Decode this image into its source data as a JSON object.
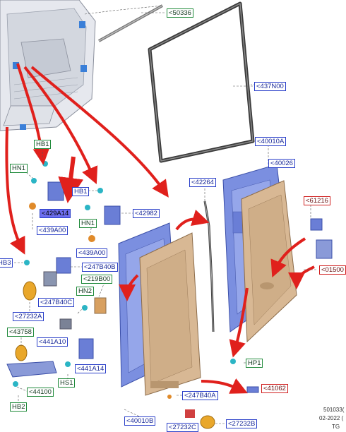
{
  "colors": {
    "arrow_red": "#e0201c",
    "panel_blue": "#7b8fe0",
    "panel_tan": "#d8b894",
    "label_blue": "#2a3fc9",
    "label_green": "#1f8a3a",
    "label_red": "#d01f1f",
    "label_highlight": "#6f6ff0"
  },
  "labels": {
    "c50336": "<50336",
    "c437N00": "<437N00",
    "c40010A": "<40010A",
    "c40026": "<40026",
    "HB1a": "HB1",
    "HN1a": "HN1",
    "c42264": "<42264",
    "c61216": "<61216",
    "HB1b": "HB1",
    "c429A14": "<429A14",
    "c42982": "<42982",
    "HN1b": "HN1",
    "c439A00a": "<439A00",
    "c439A00b": "<439A00",
    "HB3": "HB3",
    "c247B40B": "<247B40B",
    "c01500": "<01500",
    "c219B00": "<219B00",
    "HN2": "HN2",
    "c247B40C": "<247B40C",
    "c27232A": "<27232A",
    "c43758": "<43758",
    "c441A10": "<441A10",
    "c441A14": "<441A14",
    "HP1": "HP1",
    "HS1": "HS1",
    "c44100": "<44100",
    "c247B40A": "<247B40A",
    "c41062": "<41062",
    "c40010B": "<40010B",
    "HB2": "HB2",
    "c27232C": "<27232C",
    "c27232B": "<27232B"
  },
  "footer": {
    "line1": "501033(",
    "line2": "02-2022 (",
    "line3": "TG"
  }
}
